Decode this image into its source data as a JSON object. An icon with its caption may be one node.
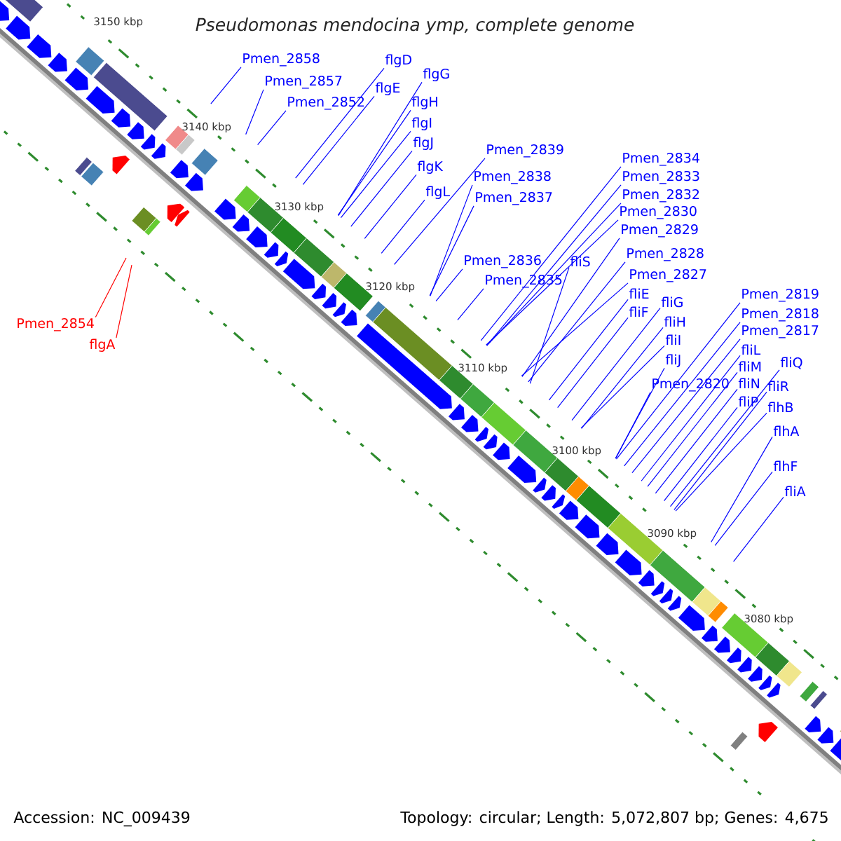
{
  "diagram": {
    "title": "Pseudomonas mendocina ymp, complete genome",
    "nodes": [
      {
        "text": [
          "Pmen_2858"
        ]
      },
      {
        "text": [
          "Pmen_2857"
        ]
      },
      {
        "text": [
          "Pmen_2852"
        ]
      },
      {
        "text": [
          "flgD"
        ]
      },
      {
        "text": [
          "flgE"
        ]
      },
      {
        "text": [
          "flgG"
        ]
      },
      {
        "text": [
          "flgH"
        ]
      },
      {
        "text": [
          "flgI"
        ]
      },
      {
        "text": [
          "flgJ"
        ]
      },
      {
        "text": [
          "flgK"
        ]
      },
      {
        "text": [
          "flgL"
        ]
      },
      {
        "text": [
          "Pmen_2839"
        ]
      },
      {
        "text": [
          "Pmen_2838"
        ]
      },
      {
        "text": [
          "Pmen_2837"
        ]
      },
      {
        "text": [
          "Pmen_2836"
        ]
      },
      {
        "text": [
          "Pmen_2835"
        ]
      },
      {
        "text": [
          "fliS"
        ]
      },
      {
        "text": [
          "Pmen_2834"
        ]
      },
      {
        "text": [
          "Pmen_2833"
        ]
      },
      {
        "text": [
          "Pmen_2832"
        ]
      },
      {
        "text": [
          "Pmen_2830"
        ]
      },
      {
        "text": [
          "Pmen_2829"
        ]
      },
      {
        "text": [
          "Pmen_2828"
        ]
      },
      {
        "text": [
          "Pmen_2827"
        ]
      },
      {
        "text": [
          "fliE"
        ]
      },
      {
        "text": [
          "fliF"
        ]
      },
      {
        "text": [
          "fliG"
        ]
      },
      {
        "text": [
          "fliH"
        ]
      },
      {
        "text": [
          "fliI"
        ]
      },
      {
        "text": [
          "fliJ"
        ]
      },
      {
        "text": [
          "Pmen_2820"
        ]
      },
      {
        "text": [
          "Pmen_2819"
        ]
      },
      {
        "text": [
          "Pmen_2818"
        ]
      },
      {
        "text": [
          "Pmen_2817"
        ]
      },
      {
        "text": [
          "fliL"
        ]
      },
      {
        "text": [
          "fliM"
        ]
      },
      {
        "text": [
          "fliN"
        ]
      },
      {
        "text": [
          "fliP"
        ]
      },
      {
        "text": [
          "fliQ"
        ]
      },
      {
        "text": [
          "fliR"
        ]
      },
      {
        "text": [
          "flhB"
        ]
      },
      {
        "text": [
          "flhA"
        ]
      },
      {
        "text": [
          "flhF"
        ]
      },
      {
        "text": [
          "fliA"
        ]
      },
      {
        "text": [
          "Pmen_2854"
        ]
      },
      {
        "text": [
          "flgA"
        ]
      }
    ],
    "edges": [
      {
        "from": 0,
        "to": null,
        "arrow": "none"
      },
      {
        "from": 1,
        "to": null,
        "arrow": "none"
      },
      {
        "from": 2,
        "to": null,
        "arrow": "none"
      },
      {
        "from": 3,
        "to": null,
        "arrow": "none"
      },
      {
        "from": 4,
        "to": null,
        "arrow": "none"
      },
      {
        "from": 5,
        "to": null,
        "arrow": "none"
      },
      {
        "from": 6,
        "to": null,
        "arrow": "none"
      },
      {
        "from": 7,
        "to": null,
        "arrow": "none"
      },
      {
        "from": 8,
        "to": null,
        "arrow": "none"
      },
      {
        "from": 9,
        "to": null,
        "arrow": "none"
      },
      {
        "from": 10,
        "to": null,
        "arrow": "none"
      },
      {
        "from": 11,
        "to": null,
        "arrow": "none"
      },
      {
        "from": 12,
        "to": null,
        "arrow": "none"
      },
      {
        "from": 13,
        "to": null,
        "arrow": "none"
      },
      {
        "from": 14,
        "to": null,
        "arrow": "none"
      },
      {
        "from": 15,
        "to": null,
        "arrow": "none"
      },
      {
        "from": 16,
        "to": null,
        "arrow": "none"
      },
      {
        "from": 17,
        "to": null,
        "arrow": "none"
      },
      {
        "from": 18,
        "to": null,
        "arrow": "none"
      },
      {
        "from": 19,
        "to": null,
        "arrow": "none"
      },
      {
        "from": 20,
        "to": null,
        "arrow": "none"
      },
      {
        "from": 21,
        "to": null,
        "arrow": "none"
      },
      {
        "from": 22,
        "to": null,
        "arrow": "none"
      },
      {
        "from": 23,
        "to": null,
        "arrow": "none"
      },
      {
        "from": 24,
        "to": null,
        "arrow": "none"
      },
      {
        "from": 25,
        "to": null,
        "arrow": "none"
      },
      {
        "from": 26,
        "to": null,
        "arrow": "none"
      },
      {
        "from": 27,
        "to": null,
        "arrow": "none"
      },
      {
        "from": 28,
        "to": null,
        "arrow": "none"
      },
      {
        "from": 29,
        "to": null,
        "arrow": "none"
      },
      {
        "from": 30,
        "to": null,
        "arrow": "none"
      },
      {
        "from": 31,
        "to": null,
        "arrow": "none"
      },
      {
        "from": 32,
        "to": null,
        "arrow": "none"
      },
      {
        "from": 33,
        "to": null,
        "arrow": "none"
      },
      {
        "from": 34,
        "to": null,
        "arrow": "none"
      },
      {
        "from": 35,
        "to": null,
        "arrow": "none"
      },
      {
        "from": 36,
        "to": null,
        "arrow": "none"
      },
      {
        "from": 37,
        "to": null,
        "arrow": "none"
      },
      {
        "from": 38,
        "to": null,
        "arrow": "none"
      },
      {
        "from": 39,
        "to": null,
        "arrow": "none"
      },
      {
        "from": 40,
        "to": null,
        "arrow": "none"
      },
      {
        "from": 41,
        "to": null,
        "arrow": "none"
      },
      {
        "from": 42,
        "to": null,
        "arrow": "none"
      },
      {
        "from": 43,
        "to": null,
        "arrow": "none"
      },
      {
        "from": 44,
        "to": null,
        "arrow": "none",
        "color": "#ff0000"
      },
      {
        "from": 45,
        "to": null,
        "arrow": "none",
        "color": "#ff0000"
      }
    ],
    "labels": [
      "3150 kbp",
      "3140 kbp",
      "3130 kbp",
      "3120 kbp",
      "3110 kbp",
      "3100 kbp",
      "3090 kbp",
      "3080 kbp",
      "Accession: NC_009439",
      "Topology: circular; Length: 5,072,807 bp; Genes: 4,675"
    ]
  }
}
